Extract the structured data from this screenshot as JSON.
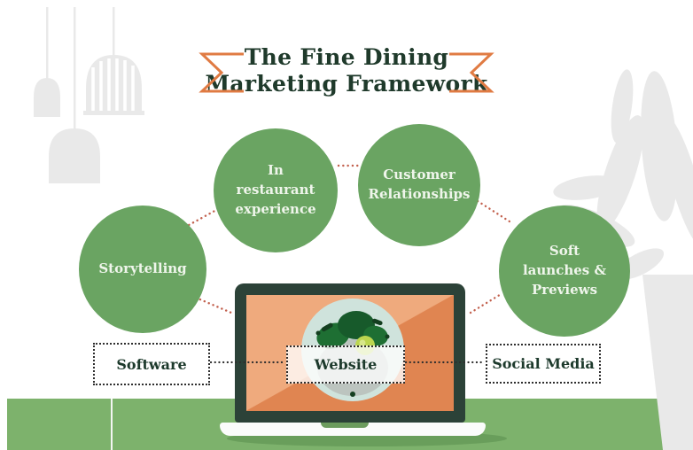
{
  "title": {
    "line1": "The Fine Dining",
    "line2": "Marketing Framework"
  },
  "nodes": {
    "storytelling": "Storytelling",
    "in_restaurant": "In restaurant experience",
    "customer": "Customer Relationships",
    "soft_launches": "Soft launches & Previews"
  },
  "channels": {
    "software": "Software",
    "website": "Website",
    "social": "Social Media"
  },
  "colors": {
    "node_green": "#6aa462",
    "ground_green": "#7db26c",
    "title_green": "#1f3a2b",
    "bracket_orange": "#e07b43",
    "laptop_frame": "#2c4238",
    "screen_orange_light": "#efaa7d",
    "screen_orange_dark": "#e08551",
    "screen_circle_mint": "#cfe3dc",
    "connector_red": "#c2604d",
    "connector_black": "#2e2e2e",
    "decor_gray": "#e9e9e9"
  }
}
